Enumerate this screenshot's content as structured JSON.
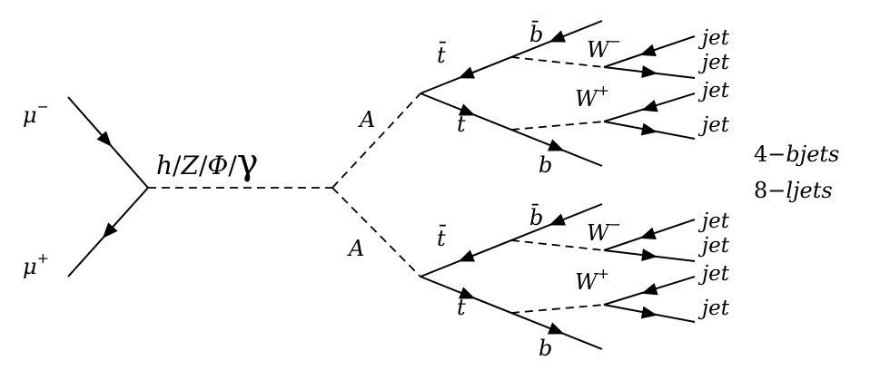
{
  "diagram": {
    "incoming": [
      {
        "name": "μ",
        "charge": "−"
      },
      {
        "name": "μ",
        "charge": "+"
      }
    ],
    "mediator": {
      "h": "h",
      "s1": "/",
      "z": "Z",
      "s2": "/",
      "phi": "Φ",
      "s3": "/",
      "gamma": "γ"
    },
    "pseudoscalars": [
      "A",
      "A"
    ],
    "branches": [
      {
        "tbar": "t̄",
        "t": "t",
        "bbar": "b̄",
        "b": "b",
        "wminus": {
          "name": "W",
          "charge": "−"
        },
        "wplus": {
          "name": "W",
          "charge": "+"
        },
        "jets": [
          "jet",
          "jet",
          "jet",
          "jet"
        ]
      },
      {
        "tbar": "t̄",
        "t": "t",
        "bbar": "b̄",
        "b": "b",
        "wminus": {
          "name": "W",
          "charge": "−"
        },
        "wplus": {
          "name": "W",
          "charge": "+"
        },
        "jets": [
          "jet",
          "jet",
          "jet",
          "jet"
        ]
      }
    ],
    "summary": {
      "bjets_count": "4",
      "bjets_minus": "−",
      "bjets_label": "bjets",
      "ljets_count": "8",
      "ljets_minus": "−",
      "ljets_label": "ljets"
    }
  }
}
